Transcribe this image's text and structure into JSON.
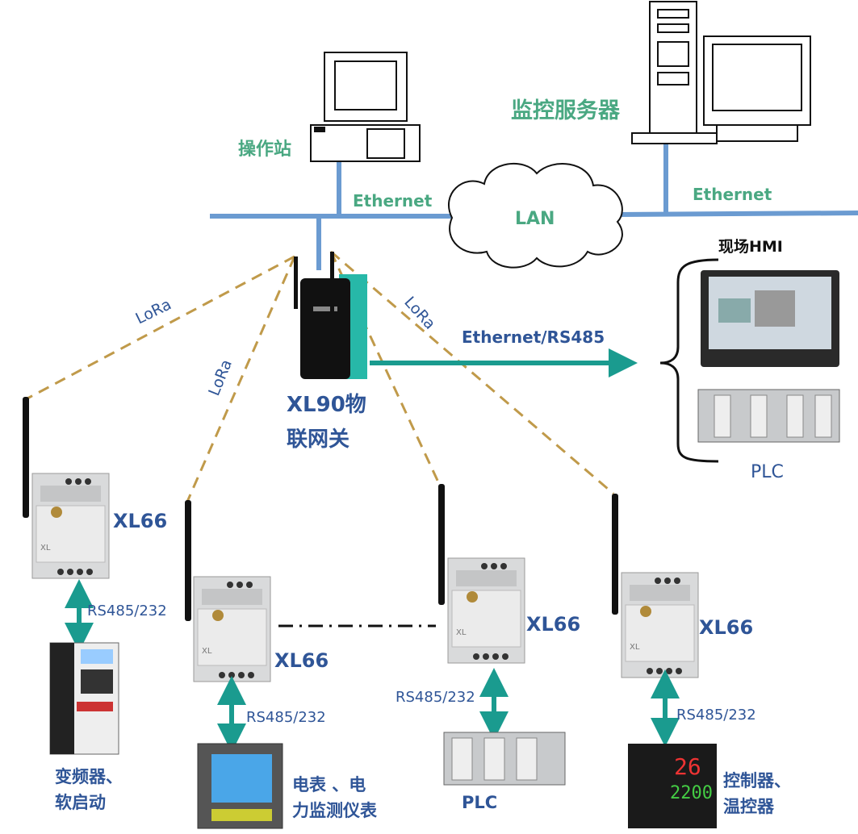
{
  "colors": {
    "ethernet_line": "#6b9bd1",
    "lora_dash": "#c09a4a",
    "teal_arrow": "#1a9b8f",
    "green_text": "#4aa882",
    "blue_text": "#2f5597"
  },
  "top": {
    "workstation": "操作站",
    "server": "监控服务器",
    "ethernet_left": "Ethernet",
    "ethernet_right": "Ethernet",
    "lan": "LAN"
  },
  "gateway": {
    "line1": "XL90物",
    "line2": "联网关",
    "link": "Ethernet/RS485"
  },
  "field": {
    "hmi": "现场HMI",
    "plc": "PLC"
  },
  "lora": [
    "LoRa",
    "LoRa",
    "LoRa"
  ],
  "nodes": [
    {
      "module": "XL66",
      "bus": "RS485/232",
      "device_line1": "变频器、",
      "device_line2": "软启动"
    },
    {
      "module": "XL66",
      "bus": "RS485/232",
      "device_line1": "电表 、电",
      "device_line2": "力监测仪表"
    },
    {
      "module": "XL66",
      "bus": "RS485/232",
      "device_line1": "PLC",
      "device_line2": ""
    },
    {
      "module": "XL66",
      "bus": "RS485/232",
      "device_line1": "控制器、",
      "device_line2": "温控器"
    }
  ]
}
